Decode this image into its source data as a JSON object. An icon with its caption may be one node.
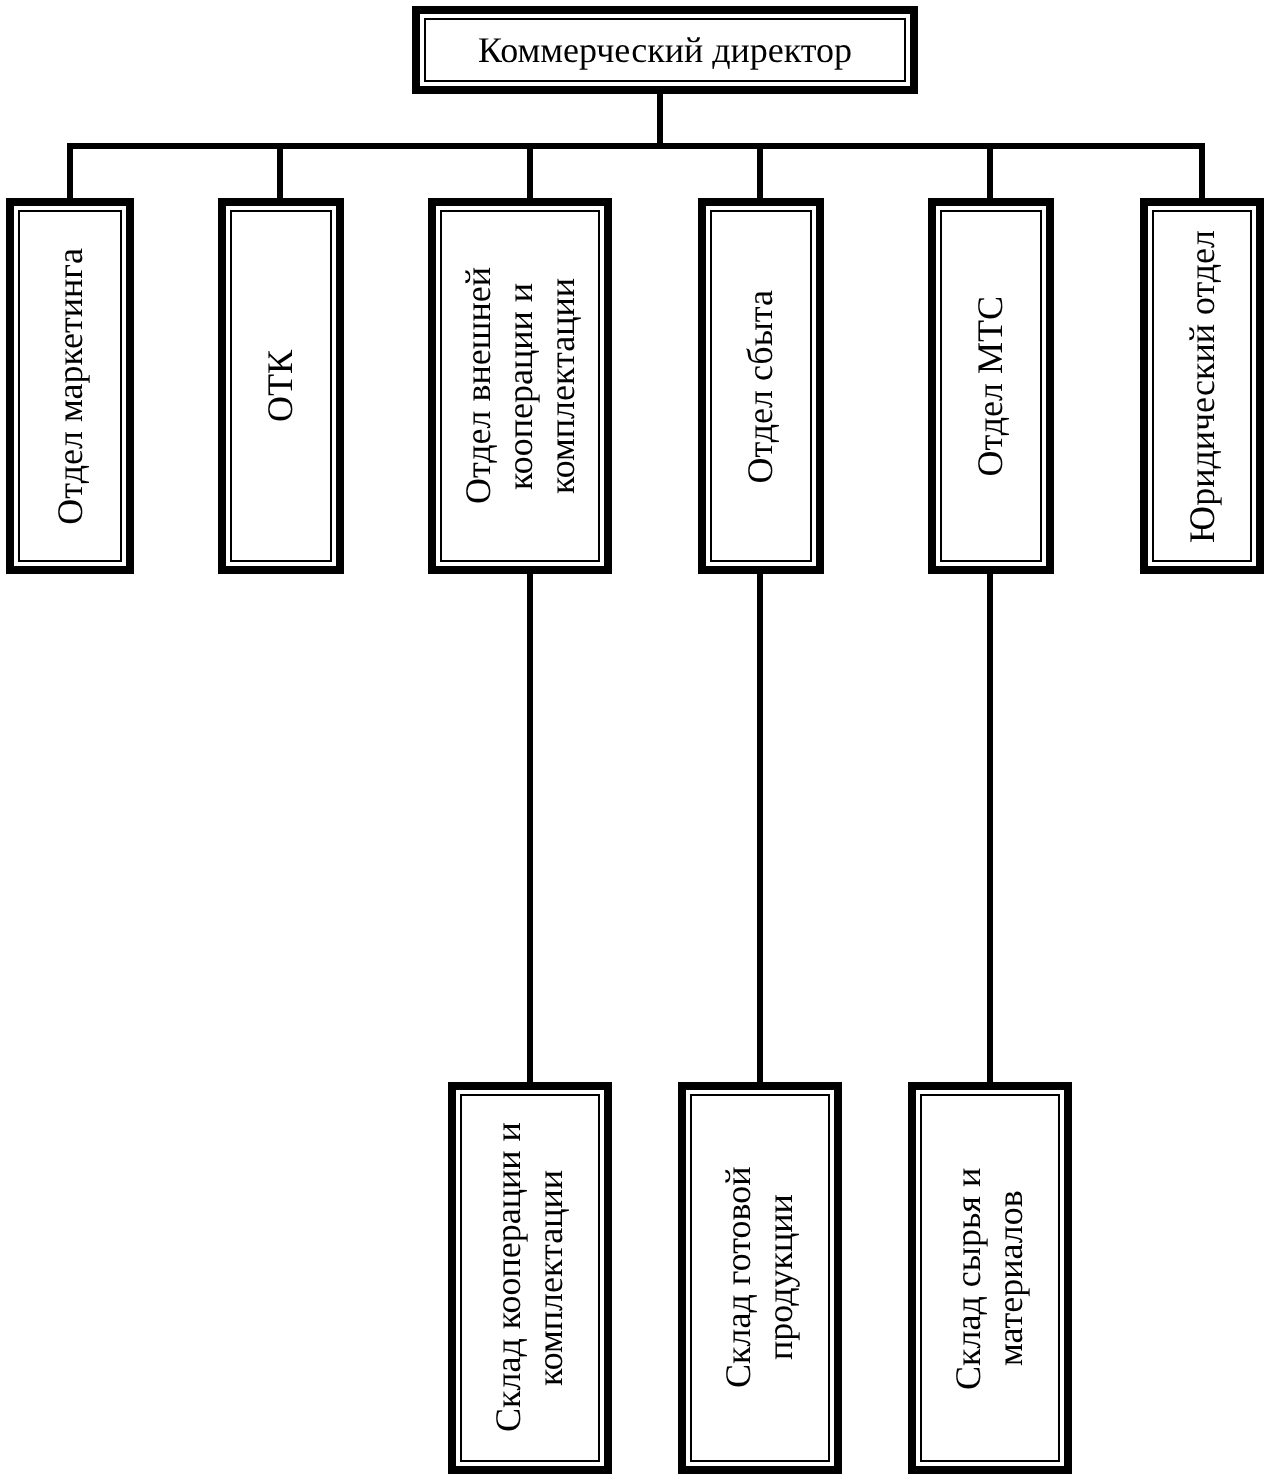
{
  "diagram": {
    "nodes": [
      {
        "text": [
          "Коммерческий директор"
        ]
      },
      {
        "text": [
          "Отдел маркетинга"
        ]
      },
      {
        "text": [
          "ОТК"
        ]
      },
      {
        "text": [
          "Отдел внешней кооперации и комплектации"
        ]
      },
      {
        "text": [
          "Отдел сбыта"
        ]
      },
      {
        "text": [
          "Отдел МТС"
        ]
      },
      {
        "text": [
          "Юридический отдел"
        ]
      },
      {
        "text": [
          "Склад кооперации и комплектации"
        ]
      },
      {
        "text": [
          "Склад готовой продукции"
        ]
      },
      {
        "text": [
          "Склад сырья и материалов"
        ]
      }
    ],
    "edges": [
      {
        "from": 0,
        "to": 1,
        "arrow": "none"
      },
      {
        "from": 0,
        "to": 2,
        "arrow": "none"
      },
      {
        "from": 0,
        "to": 3,
        "arrow": "none"
      },
      {
        "from": 0,
        "to": 4,
        "arrow": "none"
      },
      {
        "from": 0,
        "to": 5,
        "arrow": "none"
      },
      {
        "from": 0,
        "to": 6,
        "arrow": "none"
      },
      {
        "from": 3,
        "to": 7,
        "arrow": "none"
      },
      {
        "from": 4,
        "to": 8,
        "arrow": "none"
      },
      {
        "from": 5,
        "to": 9,
        "arrow": "none"
      }
    ]
  }
}
